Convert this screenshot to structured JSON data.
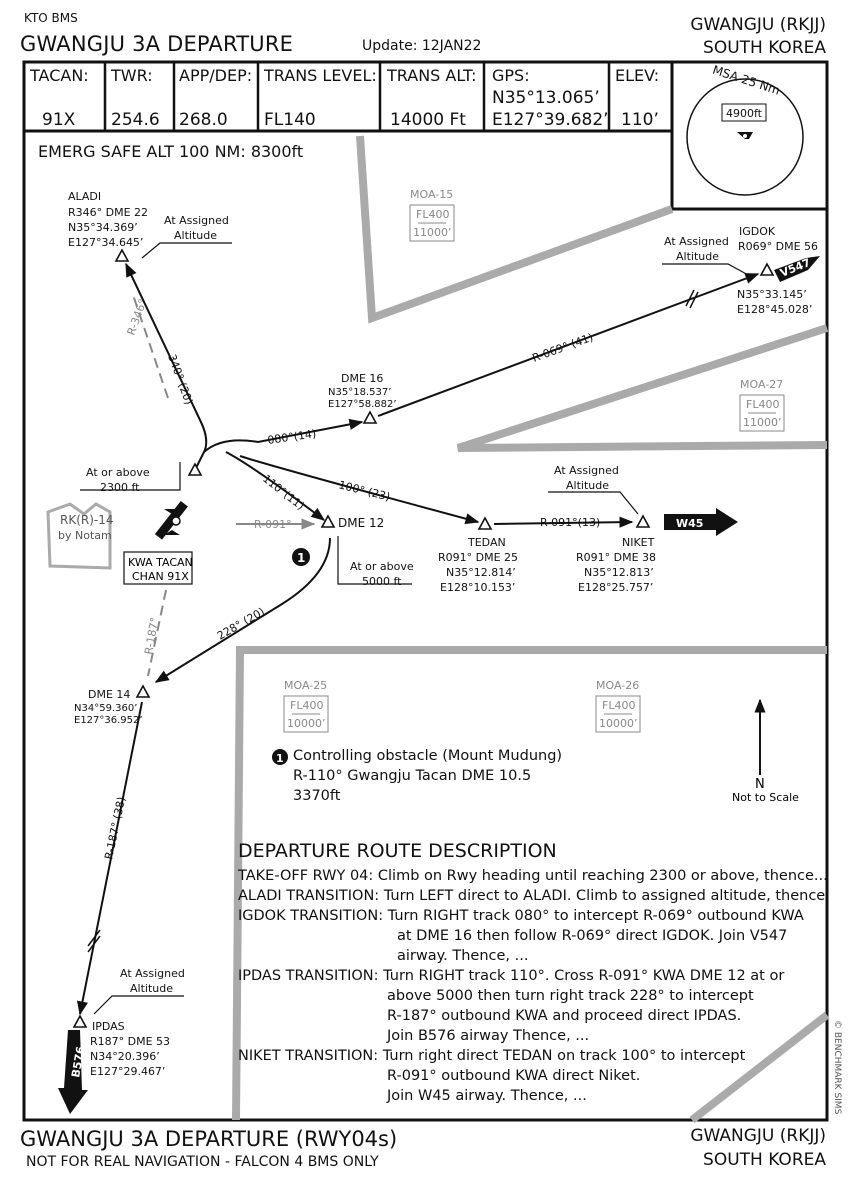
{
  "header": {
    "source": "KTO BMS",
    "title": "GWANGJU 3A DEPARTURE",
    "update": "Update: 12JAN22",
    "airport": "GWANGJU (RKJJ)",
    "country": "SOUTH KOREA"
  },
  "info": {
    "tacan_label": "TACAN:",
    "tacan_value": "91X",
    "twr_label": "TWR:",
    "twr_value": "254.6",
    "app_label": "APP/DEP:",
    "app_value": "268.0",
    "trans_level_label": "TRANS LEVEL:",
    "trans_level_value": "FL140",
    "trans_alt_label": "TRANS ALT:",
    "trans_alt_value": "14000 Ft",
    "gps_label": "GPS:",
    "gps_lat": "N35°13.065’",
    "gps_lon": "E127°39.682’",
    "elev_label": "ELEV:",
    "elev_value": "110’"
  },
  "msa": {
    "label": "MSA 25 Nm",
    "altitude": "4900ft"
  },
  "emerg": "EMERG SAFE ALT 100 NM: 8300ft",
  "moa": [
    {
      "name": "MOA-15",
      "top": "FL400",
      "bottom": "11000’"
    },
    {
      "name": "MOA-27",
      "top": "FL400",
      "bottom": "11000’"
    },
    {
      "name": "MOA-25",
      "top": "FL400",
      "bottom": "10000’"
    },
    {
      "name": "MOA-26",
      "top": "FL400",
      "bottom": "10000’"
    }
  ],
  "fixes": {
    "aladi": {
      "name": "ALADI",
      "radial": "R346° DME 22",
      "lat": "N35°34.369’",
      "lon": "E127°34.645’"
    },
    "igdok": {
      "name": "IGDOK",
      "radial": "R069° DME 56",
      "lat": "N35°33.145’",
      "lon": "E128°45.028’"
    },
    "dme16": {
      "name": "DME 16",
      "lat": "N35°18.537’",
      "lon": "E127°58.882’"
    },
    "dme12": {
      "name": "DME 12"
    },
    "tedan": {
      "name": "TEDAN",
      "radial": "R091° DME 25",
      "lat": "N35°12.814’",
      "lon": "E128°10.153’"
    },
    "niket": {
      "name": "NIKET",
      "radial": "R091° DME 38",
      "lat": "N35°12.813’",
      "lon": "E128°25.757’"
    },
    "dme14": {
      "name": "DME 14",
      "lat": "N34°59.360’",
      "lon": "E127°36.952’"
    },
    "ipdas": {
      "name": "IPDAS",
      "radial": "R187° DME 53",
      "lat": "N34°20.396’",
      "lon": "E127°29.467’"
    }
  },
  "alt_labels": {
    "assigned_1": "At Assigned",
    "assigned_2": "Altitude",
    "above2300_1": "At or above",
    "above2300_2": "2300 ft",
    "above5000_1": "At or above",
    "above5000_2": "5000 ft"
  },
  "tacan_box": {
    "line1": "KWA TACAN",
    "line2": "CHAN 91X"
  },
  "restricted": {
    "line1": "RK(R)-14",
    "line2": "by Notam"
  },
  "route_labels": {
    "r346": "R-346°",
    "t340": "340° (20)",
    "t080": "080°(14)",
    "r069": "R-069° (41)",
    "t110": "110°(11)",
    "t100": "100° (23)",
    "r091a": "R-091°",
    "r091b": "R-091°(13)",
    "t228": "228° (20)",
    "r187a": "R-187°",
    "r187b": "R-187° (38)"
  },
  "airways": {
    "v547": "V547",
    "w45": "W45",
    "b576": "B576"
  },
  "obstacle": {
    "marker": "1",
    "line1": "Controlling obstacle (Mount Mudung)",
    "line2": "R-110° Gwangju Tacan DME 10.5",
    "line3": "3370ft"
  },
  "north": {
    "label": "N",
    "note": "Not to Scale"
  },
  "description": {
    "title": "DEPARTURE ROUTE DESCRIPTION",
    "lines": [
      "TAKE-OFF RWY 04: Climb on Rwy heading until reaching 2300 or above, thence...",
      "ALADI TRANSITION: Turn LEFT direct to ALADI. Climb to assigned altitude, thence.",
      "IGDOK TRANSITION: Turn RIGHT track 080° to intercept R-069° outbound KWA",
      "at DME 16 then follow R-069° direct IGDOK. Join V547",
      "airway. Thence, ...",
      "IPDAS TRANSITION: Turn RIGHT track 110°. Cross R-091° KWA DME 12 at or",
      "above 5000 then turn right track 228° to intercept",
      "R-187° outbound KWA and proceed direct IPDAS.",
      "Join B576 airway Thence, ...",
      "NIKET TRANSITION: Turn right direct TEDAN on track 100° to intercept",
      "R-091° outbound KWA direct Niket.",
      "Join W45 airway. Thence, ..."
    ]
  },
  "copyright": "© BENCHMARK SIMS",
  "footer": {
    "title": "GWANGJU 3A DEPARTURE (RWY04s)",
    "disclaimer": "NOT FOR REAL NAVIGATION - FALCON 4 BMS ONLY",
    "airport": "GWANGJU (RKJJ)",
    "country": "SOUTH KOREA"
  }
}
